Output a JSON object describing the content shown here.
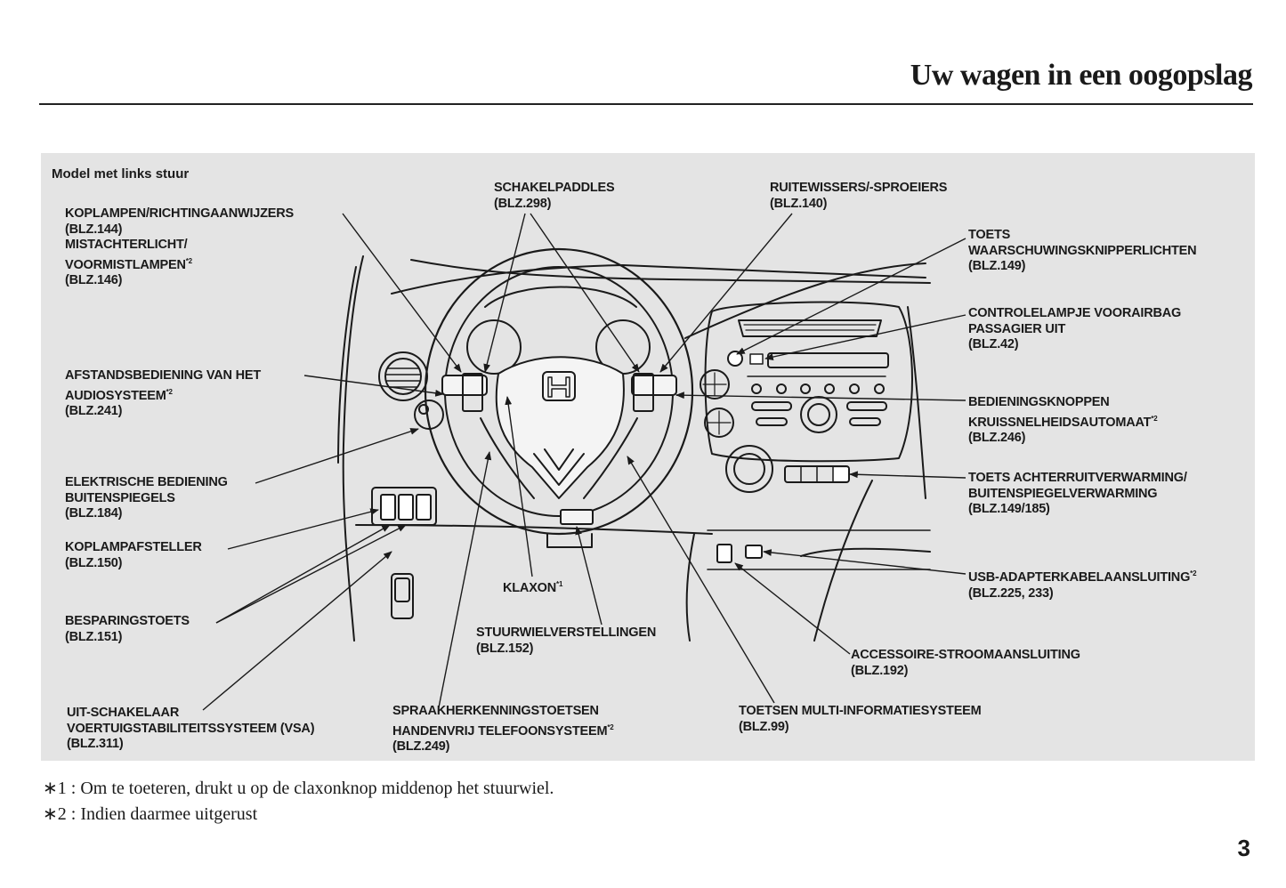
{
  "header": {
    "title": "Uw wagen in een oogopslag"
  },
  "diagram": {
    "model_label": "Model met links stuur",
    "logo": "honda-h-logo",
    "callouts": [
      {
        "id": "koplampen",
        "lines": [
          "KOPLAMPEN/RICHTINGAANWIJZERS",
          "(BLZ.144)",
          "MISTACHTERLICHT/",
          "VOORMISTLAMPEN"
        ],
        "note_line": 3,
        "note": "*2",
        "extra": "(BLZ.146)"
      },
      {
        "id": "schakelpaddles",
        "lines": [
          "SCHAKELPADDLES",
          "(BLZ.298)"
        ]
      },
      {
        "id": "ruitewissers",
        "lines": [
          "RUITEWISSERS/-SPROEIERS",
          "(BLZ.140)"
        ]
      },
      {
        "id": "waarschuwing",
        "lines": [
          "TOETS",
          "WAARSCHUWINGSKNIPPERLICHTEN",
          "(BLZ.149)"
        ]
      },
      {
        "id": "airbag",
        "lines": [
          "CONTROLELAMPJE VOORAIRBAG",
          "PASSAGIER UIT",
          "(BLZ.42)"
        ]
      },
      {
        "id": "audio",
        "lines": [
          "AFSTANDSBEDIENING VAN HET",
          "AUDIOSYSTEEM",
          "(BLZ.241)"
        ],
        "note_line": 1,
        "note": "*2"
      },
      {
        "id": "cruise",
        "lines": [
          "BEDIENINGSKNOPPEN",
          "KRUISSNELHEIDSAUTOMAAT",
          "(BLZ.246)"
        ],
        "note_line": 1,
        "note": "*2"
      },
      {
        "id": "spiegels",
        "lines": [
          "ELEKTRISCHE BEDIENING",
          "BUITENSPIEGELS",
          "(BLZ.184)"
        ]
      },
      {
        "id": "verwarming",
        "lines": [
          "TOETS ACHTERRUITVERWARMING/",
          "BUITENSPIEGELVERWARMING",
          "(BLZ.149/185)"
        ]
      },
      {
        "id": "koplampafsteller",
        "lines": [
          "KOPLAMPAFSTELLER",
          "(BLZ.150)"
        ]
      },
      {
        "id": "usb",
        "lines": [
          "USB-ADAPTERKABELAANSLUITING",
          "(BLZ.225, 233)"
        ],
        "note_line": 0,
        "note": "*2"
      },
      {
        "id": "klaxon",
        "lines": [
          "KLAXON"
        ],
        "note_line": 0,
        "note": "*1"
      },
      {
        "id": "besparing",
        "lines": [
          "BESPARINGSTOETS",
          "(BLZ.151)"
        ]
      },
      {
        "id": "stuurwiel",
        "lines": [
          "STUURWIELVERSTELLINGEN",
          "(BLZ.152)"
        ]
      },
      {
        "id": "accessoire",
        "lines": [
          "ACCESSOIRE-STROOMAANSLUITING",
          "(BLZ.192)"
        ]
      },
      {
        "id": "vsa",
        "lines": [
          "UIT-SCHAKELAAR",
          "VOERTUIGSTABILITEITSSYSTEEM (VSA)",
          "(BLZ.311)"
        ]
      },
      {
        "id": "spraak",
        "lines": [
          "SPRAAKHERKENNINGSTOETSEN",
          "HANDENVRIJ TELEFOONSYSTEEM",
          "(BLZ.249)"
        ],
        "note_line": 1,
        "note": "*2"
      },
      {
        "id": "multiinfo",
        "lines": [
          "TOETSEN MULTI-INFORMATIESYSTEEM",
          "(BLZ.99)"
        ]
      }
    ]
  },
  "footnotes": [
    {
      "marker": "∗1 :",
      "text": "Om te toeteren, drukt u op de claxonknop middenop het stuurwiel."
    },
    {
      "marker": "∗2 :",
      "text": "Indien daarmee uitgerust"
    }
  ],
  "page_number": "3"
}
